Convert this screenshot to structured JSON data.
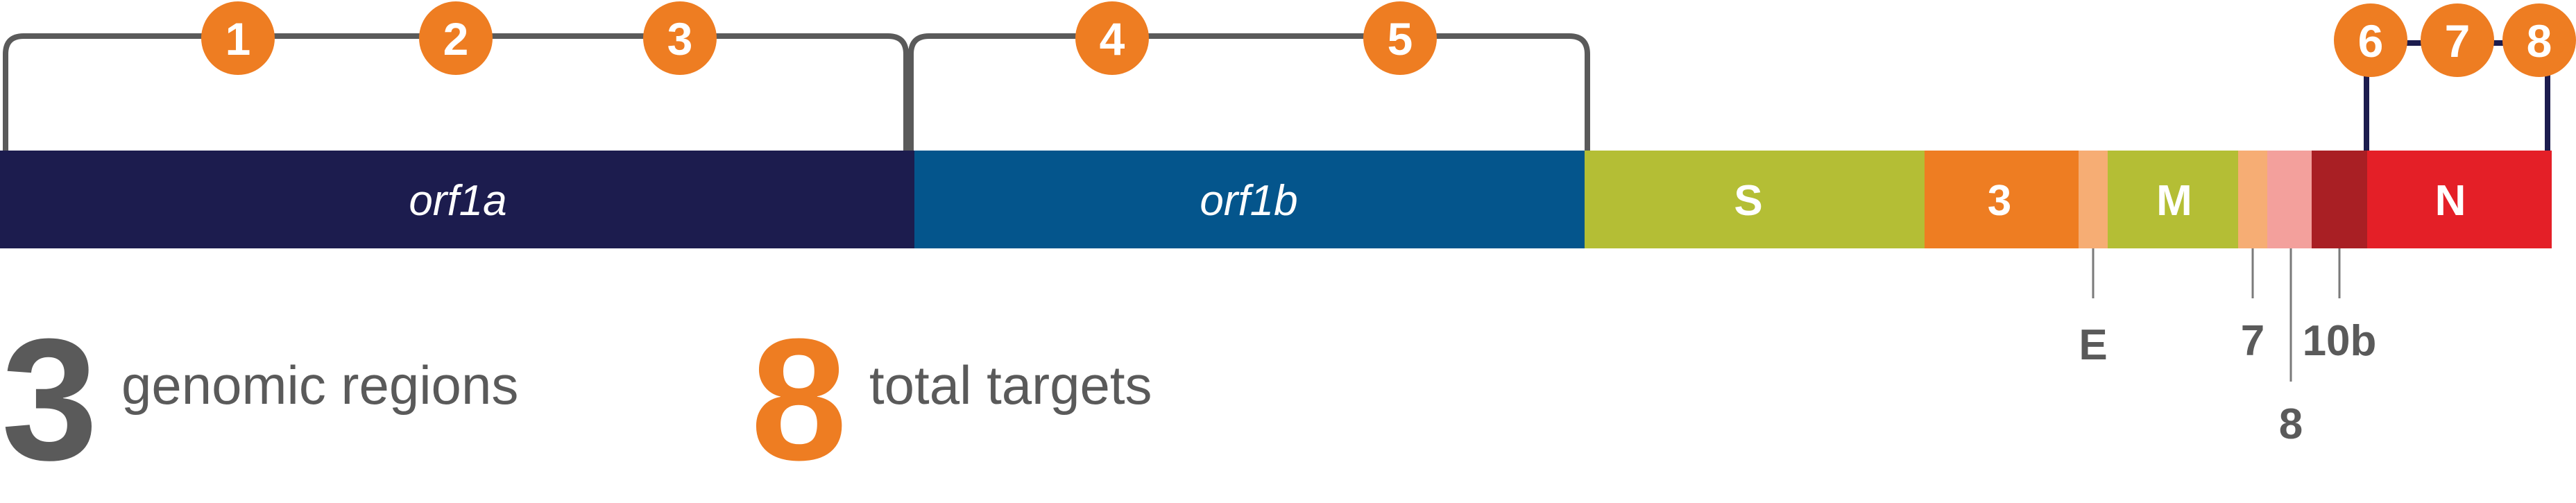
{
  "segments": [
    {
      "label": "orf1a",
      "color": "#1c1c4e",
      "style": "italic"
    },
    {
      "label": "orf1b",
      "color": "#04558c",
      "style": "italic"
    },
    {
      "label": "S",
      "color": "#b4be35",
      "style": "bold"
    },
    {
      "label": "3",
      "color": "#ee7d22",
      "style": "bold"
    },
    {
      "label": "",
      "color": "#f6ad74"
    },
    {
      "label": "M",
      "color": "#b4be35",
      "style": "bold"
    },
    {
      "label": "",
      "color": "#f6ad74"
    },
    {
      "label": "",
      "color": "#f3a09c"
    },
    {
      "label": "",
      "color": "#a91f24"
    },
    {
      "label": "N",
      "color": "#e41f27",
      "style": "bold"
    }
  ],
  "callouts": [
    "E",
    "7",
    "8",
    "10b"
  ],
  "targets": [
    "1",
    "2",
    "3",
    "4",
    "5",
    "6",
    "7",
    "8"
  ],
  "stats": [
    {
      "number": "3",
      "text": "genomic regions",
      "color": "#5a5a5a"
    },
    {
      "number": "8",
      "text": "total targets",
      "color": "#ee7d22"
    }
  ],
  "colors": {
    "marker": "#ee7d22",
    "bracket": "#5a5a5a",
    "navy_line": "#1c1c4e",
    "text_gray": "#5a5a5a"
  }
}
